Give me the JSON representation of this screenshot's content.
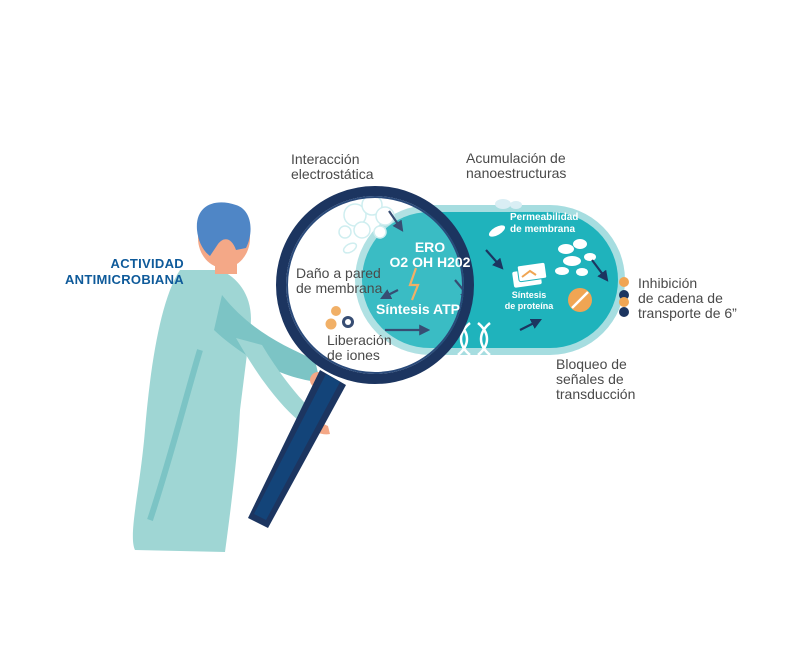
{
  "title": "ACTIVIDAD\nANTIMICROBIANA",
  "labels": {
    "interaccion": "Interacción\nelectrostática",
    "acumulacion": "Acumulación de\nnanoestructuras",
    "permeabilidad": "Permeabilidad\nde membrana",
    "ero": "ERO\nO2 OH H202",
    "dano": "Daño a pared\nde membrana",
    "sintesis_atp": "Síntesis ATP",
    "sintesis_proteina": "Síntesis\nde proteína",
    "liberacion": "Liberación\nde iones",
    "inhibicion": "Inhibición\nde cadena de\ntransporte de 6”",
    "bloqueo": "Bloqueo de\nseñales de\ntransducción"
  },
  "colors": {
    "bacteria_teal": "#1fb3bc",
    "bacteria_outline": "#a6dde0",
    "navy": "#1c3560",
    "orange": "#f0a553",
    "lab_coat": "#9fd6d4",
    "hair": "#4f86c6",
    "skin": "#f4a887",
    "title_blue": "#0e5a9a"
  },
  "icons": [
    "scientist-figure",
    "magnifier-icon",
    "lightning-icon",
    "dna-icon",
    "ion-dots-icon",
    "pill-icon",
    "nanoparticles-icon",
    "arrow-icon"
  ]
}
